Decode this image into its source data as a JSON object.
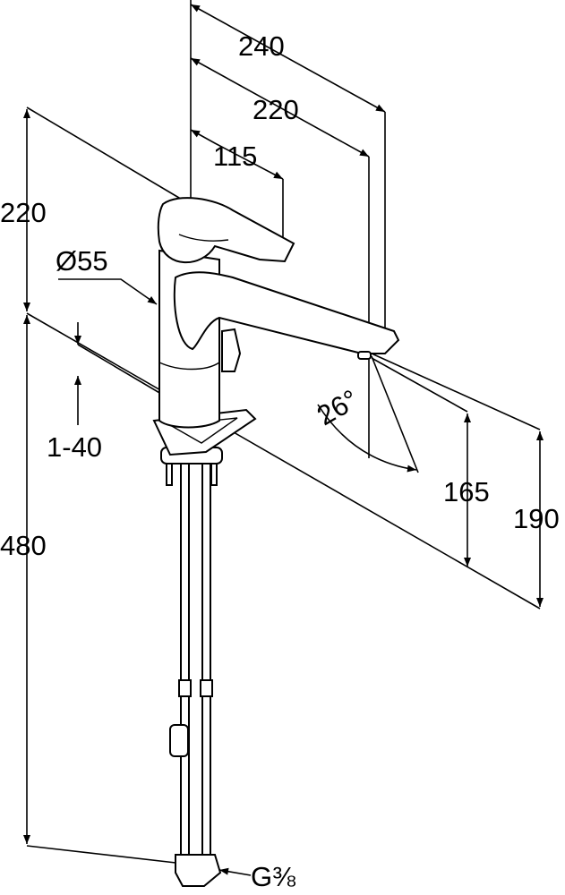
{
  "drawing": {
    "dimensions": {
      "width_total": "240",
      "width_spout": "220",
      "width_handle": "115",
      "height_top": "220",
      "diameter": "Ø55",
      "deck_thickness": "1-40",
      "hose_length": "480",
      "spout_angle": "26°",
      "height_outlet": "165",
      "height_spout": "190",
      "thread": "G⅜"
    },
    "colors": {
      "line": "#000000",
      "background": "#ffffff"
    }
  }
}
